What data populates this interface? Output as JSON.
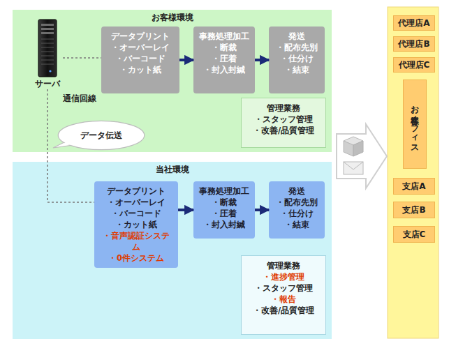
{
  "diagram": {
    "nodes": [
      {
        "text": [
          "お客様環境"
        ]
      },
      {
        "text": [
          "サーバ"
        ],
        "in": 0
      },
      {
        "text": [
          "データプリント",
          "・オーバーレイ",
          "・バーコード",
          "・カット紙"
        ],
        "in": 0
      },
      {
        "text": [
          "事務処理加工",
          "・断裁",
          "・圧着",
          "・封入封緘"
        ],
        "in": 0
      },
      {
        "text": [
          "発送",
          "・配布先別",
          "・仕分け",
          "・結束"
        ],
        "in": 0
      },
      {
        "text": [
          "管理業務",
          "・スタッフ管理",
          "・改善/品質管理"
        ],
        "in": 0
      },
      {
        "text": [
          "データ伝送"
        ]
      },
      {
        "text": [
          "当社環境"
        ]
      },
      {
        "text": [
          "データプリント",
          "・オーバーレイ",
          "・バーコード",
          "・カット紙",
          "・音声認証システム",
          "・0件システム"
        ],
        "in": 7
      },
      {
        "text": [
          "事務処理加工",
          "・断裁",
          "・圧着",
          "・封入封緘"
        ],
        "in": 7
      },
      {
        "text": [
          "発送",
          "・配布先別",
          "・仕分け",
          "・結束"
        ],
        "in": 7
      },
      {
        "text": [
          "管理業務",
          "・進捗管理",
          "・スタッフ管理",
          "・報告",
          "・改善/品質管理"
        ],
        "in": 7
      },
      {
        "text": [
          "代理店A"
        ]
      },
      {
        "text": [
          "代理店B"
        ]
      },
      {
        "text": [
          "代理店C"
        ]
      },
      {
        "text": [
          "お客様オフィス"
        ]
      },
      {
        "text": [
          "支店A"
        ]
      },
      {
        "text": [
          "支店B"
        ]
      },
      {
        "text": [
          "支店C"
        ]
      }
    ],
    "edges": [
      {
        "from": 1,
        "to": 2,
        "arrow": "none"
      },
      {
        "from": 1,
        "to": 8,
        "arrow": "none"
      },
      {
        "from": 2,
        "to": 3,
        "arrow": "to"
      },
      {
        "from": 3,
        "to": 4,
        "arrow": "to"
      },
      {
        "from": 8,
        "to": 9,
        "arrow": "to"
      },
      {
        "from": 9,
        "to": 10,
        "arrow": "to"
      }
    ],
    "labels": [
      "通信回線"
    ]
  }
}
